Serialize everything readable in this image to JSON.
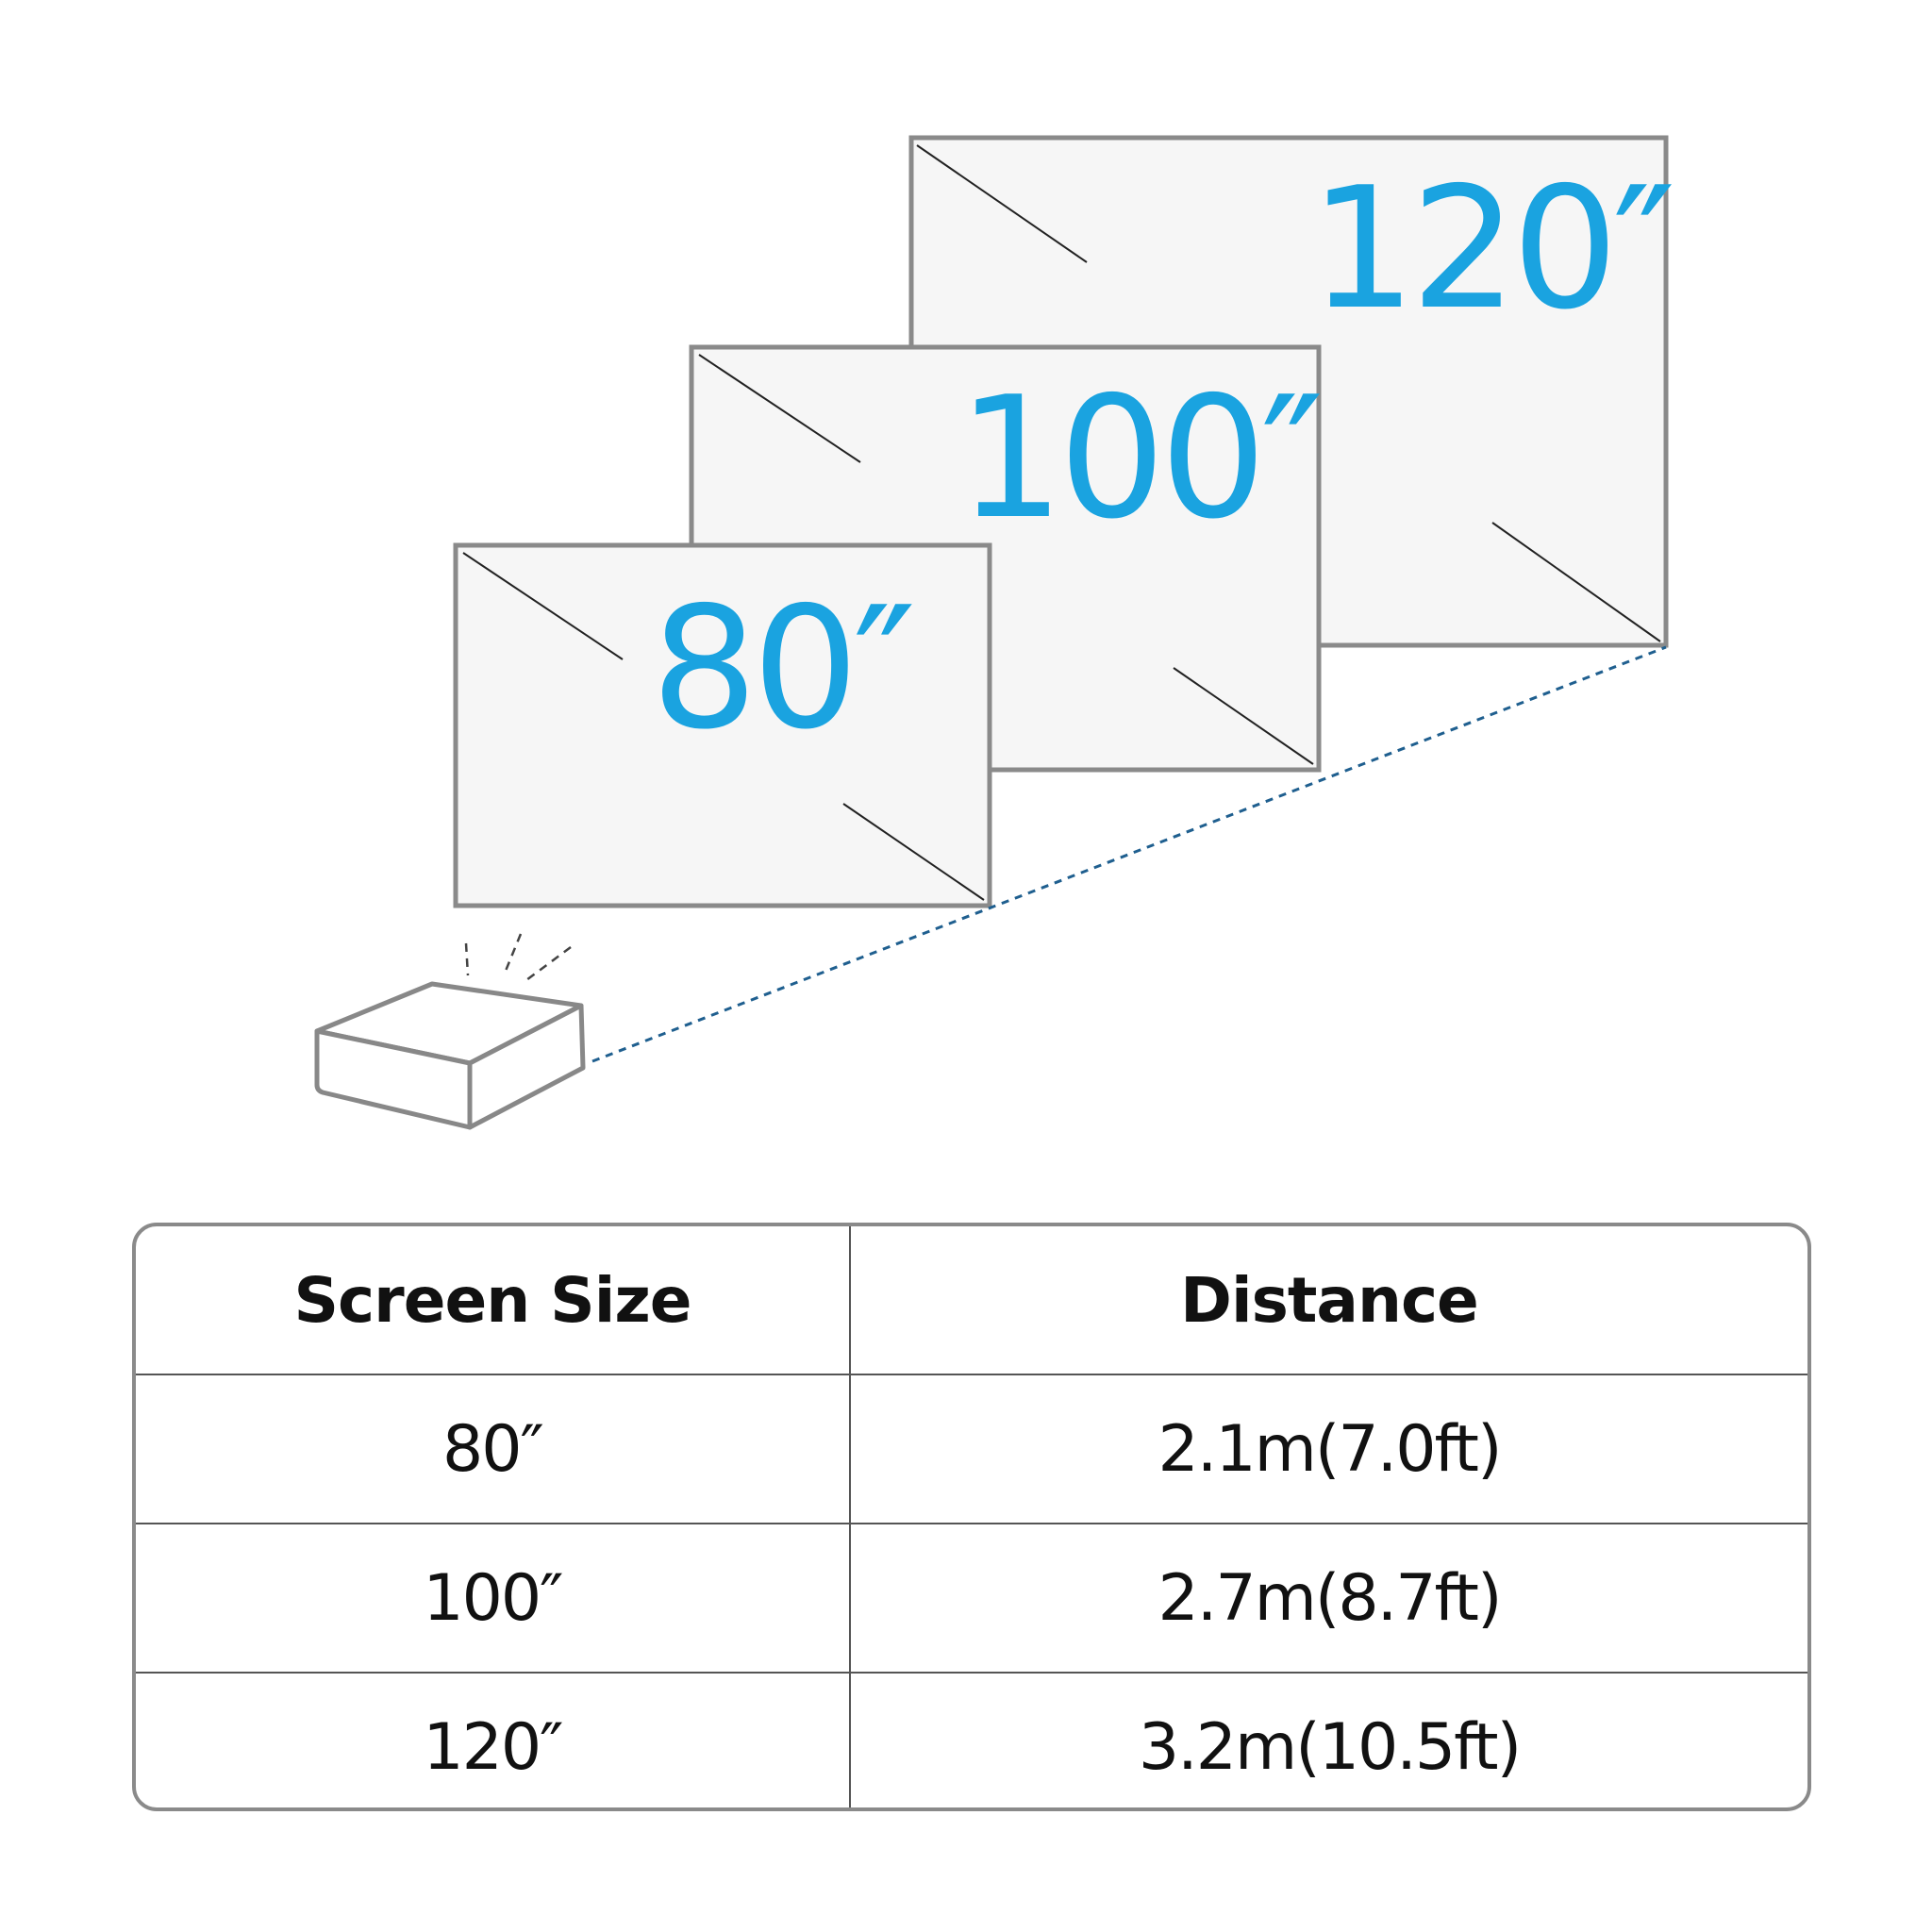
{
  "colors": {
    "accent": "#1aa3e0",
    "frame": "#8a8a8a",
    "text": "#111111",
    "guide_line": "#1f5f8f"
  },
  "screens": [
    {
      "label": "80″"
    },
    {
      "label": "100″"
    },
    {
      "label": "120″"
    }
  ],
  "projector": {
    "icon": "projector-icon"
  },
  "table": {
    "headers": [
      "Screen Size",
      "Distance"
    ],
    "rows": [
      {
        "size": "80″",
        "distance": "2.1m(7.0ft)"
      },
      {
        "size": "100″",
        "distance": "2.7m(8.7ft)"
      },
      {
        "size": "120″",
        "distance": "3.2m(10.5ft)"
      }
    ]
  }
}
